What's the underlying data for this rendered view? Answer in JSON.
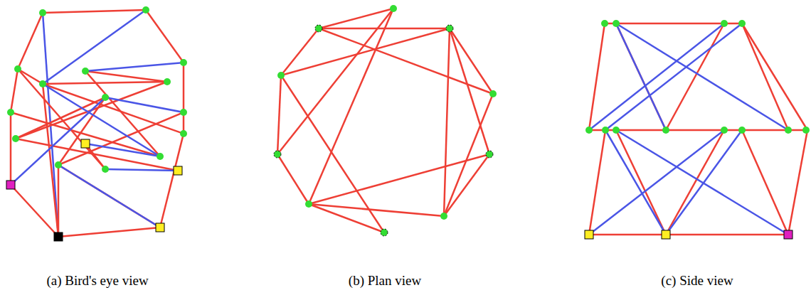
{
  "diagram": {
    "labels": [
      "(a) Bird's eye view",
      "(b) Plan view",
      "(c) Side view"
    ]
  }
}
